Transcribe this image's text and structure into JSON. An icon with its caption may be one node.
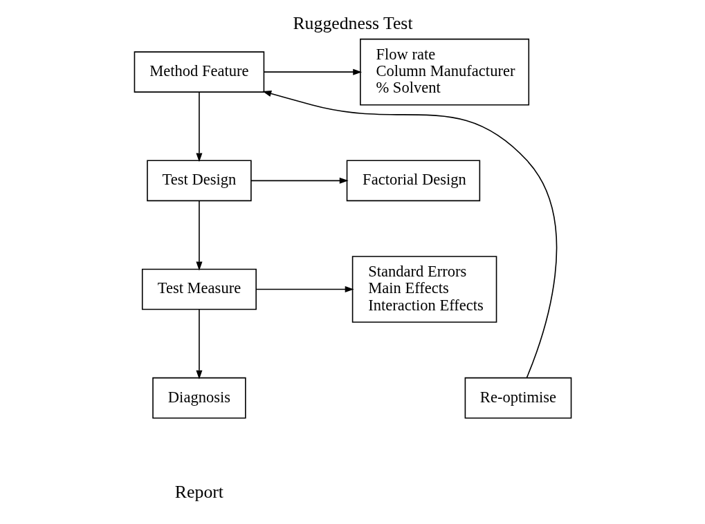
{
  "diagram": {
    "title": "Ruggedness Test",
    "caption": "Report",
    "nodes": [
      {
        "text": [
          "Method Feature"
        ]
      },
      {
        "text": [
          "Flow rate",
          "Column Manufacturer",
          "% Solvent"
        ]
      },
      {
        "text": [
          "Test Design"
        ]
      },
      {
        "text": [
          "Factorial Design"
        ]
      },
      {
        "text": [
          "Test Measure"
        ]
      },
      {
        "text": [
          "Standard Errors",
          "Main Effects",
          "Interaction Effects"
        ]
      },
      {
        "text": [
          "Diagnosis"
        ]
      },
      {
        "text": [
          "Re-optimise"
        ]
      }
    ],
    "edges": [
      {
        "from": 0,
        "to": 1,
        "arrow": "to"
      },
      {
        "from": 0,
        "to": 2,
        "arrow": "to"
      },
      {
        "from": 2,
        "to": 3,
        "arrow": "to"
      },
      {
        "from": 2,
        "to": 4,
        "arrow": "to"
      },
      {
        "from": 4,
        "to": 5,
        "arrow": "to"
      },
      {
        "from": 4,
        "to": 6,
        "arrow": "to"
      },
      {
        "from": 7,
        "to": 0,
        "arrow": "to"
      }
    ]
  }
}
